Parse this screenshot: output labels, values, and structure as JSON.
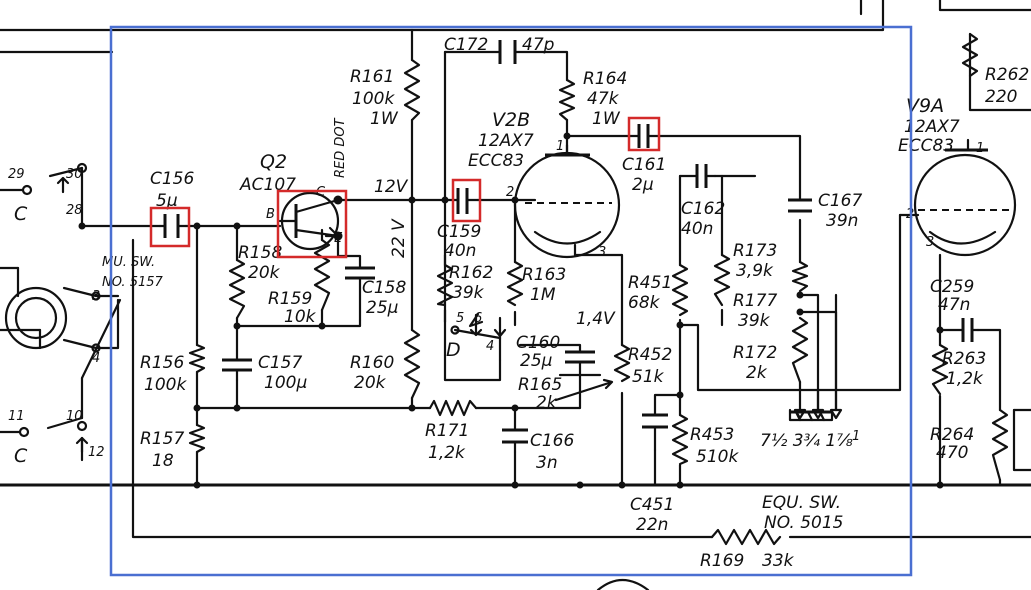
{
  "colors": {
    "ink": "#111111",
    "selection_box": "#4a6fd1",
    "highlight_box": "#d42a2a"
  },
  "labels": {
    "c172": "C172",
    "c172v": "47p",
    "r164": "R164",
    "r164v": "47k",
    "r164w": "1W",
    "r161": "R161",
    "r161v": "100k",
    "r161w": "1W",
    "r262": "R262",
    "r262v": "220",
    "v2b": "V2B",
    "v2b_t1": "12AX7",
    "v2b_t2": "ECC83",
    "v9a": "V9A",
    "v9a_t1": "12AX7",
    "v9a_t2": "ECC83",
    "q2": "Q2",
    "q2_type": "AC107",
    "red_dot": "RED DOT",
    "c156": "C156",
    "c156v": "5µ",
    "sw_29": "29",
    "sw_30": "30",
    "sw_28": "28",
    "sw_c_top": "C",
    "mu_sw": "MU. SW.",
    "mu_sw_no": "NO. 5157",
    "pin_b": "B",
    "pin_c": "C",
    "pin_e": "E",
    "v12": "12V",
    "v22": "22 V",
    "c161": "C161",
    "c161v": "2µ",
    "c162": "C162",
    "c162v": "40n",
    "c167": "C167",
    "c167v": "39n",
    "c159": "C159",
    "c159v": "40n",
    "r158": "R158",
    "r158v": "20k",
    "r159": "R159",
    "r159v": "10k",
    "c158": "C158",
    "c158v": "25µ",
    "r162": "R162",
    "r162v": "39k",
    "r163": "R163",
    "r163v": "1M",
    "r451": "R451",
    "r451v": "68k",
    "r173": "R173",
    "r173v": "3,9k",
    "r177": "R177",
    "r177v": "39k",
    "r172": "R172",
    "r172v": "2k",
    "c259": "C259",
    "c259v": "47n",
    "r263": "R263",
    "r263v": "1,2k",
    "r264": "R264",
    "r264v": "470",
    "r156": "R156",
    "r156v": "100k",
    "c157": "C157",
    "c157v": "100µ",
    "r160": "R160",
    "r160v": "20k",
    "sw_d": "D",
    "sw_5": "5",
    "sw_6": "6",
    "sw_4d": "4",
    "c160": "C160",
    "c160v": "25µ",
    "v14": "1,4V",
    "r452": "R452",
    "r452v": "51k",
    "r165": "R165",
    "r165v": "2k",
    "r171": "R171",
    "r171v": "1,2k",
    "c166": "C166",
    "c166v": "3n",
    "r157": "R157",
    "r157v": "18",
    "r453": "R453",
    "r453v": "510k",
    "c451": "C451",
    "c451v": "22n",
    "equ_sw": "EQU. SW.",
    "equ_sw_no": "NO. 5015",
    "speeds": "7½  3¾  1⅞",
    "r169": "R169",
    "r169v": "33k",
    "sw_11": "11",
    "sw_10": "10",
    "sw_12": "12",
    "sw_c_bot": "C",
    "pin1": "1",
    "pin2": "2",
    "pin3": "3",
    "v9a_pin1": "1",
    "v9a_pin2": "2",
    "v9a_pin3": "3",
    "pin3_left": "3",
    "pin4_left": "4",
    "out1": "1"
  }
}
